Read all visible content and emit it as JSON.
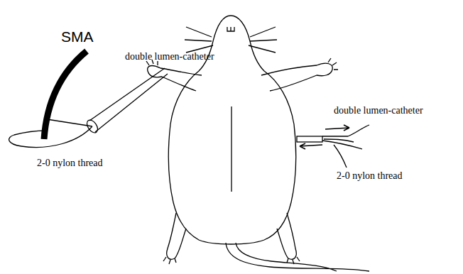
{
  "diagram": {
    "labels": [
      "SMA",
      "double lumen-catheter",
      "2-0 nylon thread",
      "double lumen-catheter",
      "2-0 nylon thread"
    ]
  }
}
